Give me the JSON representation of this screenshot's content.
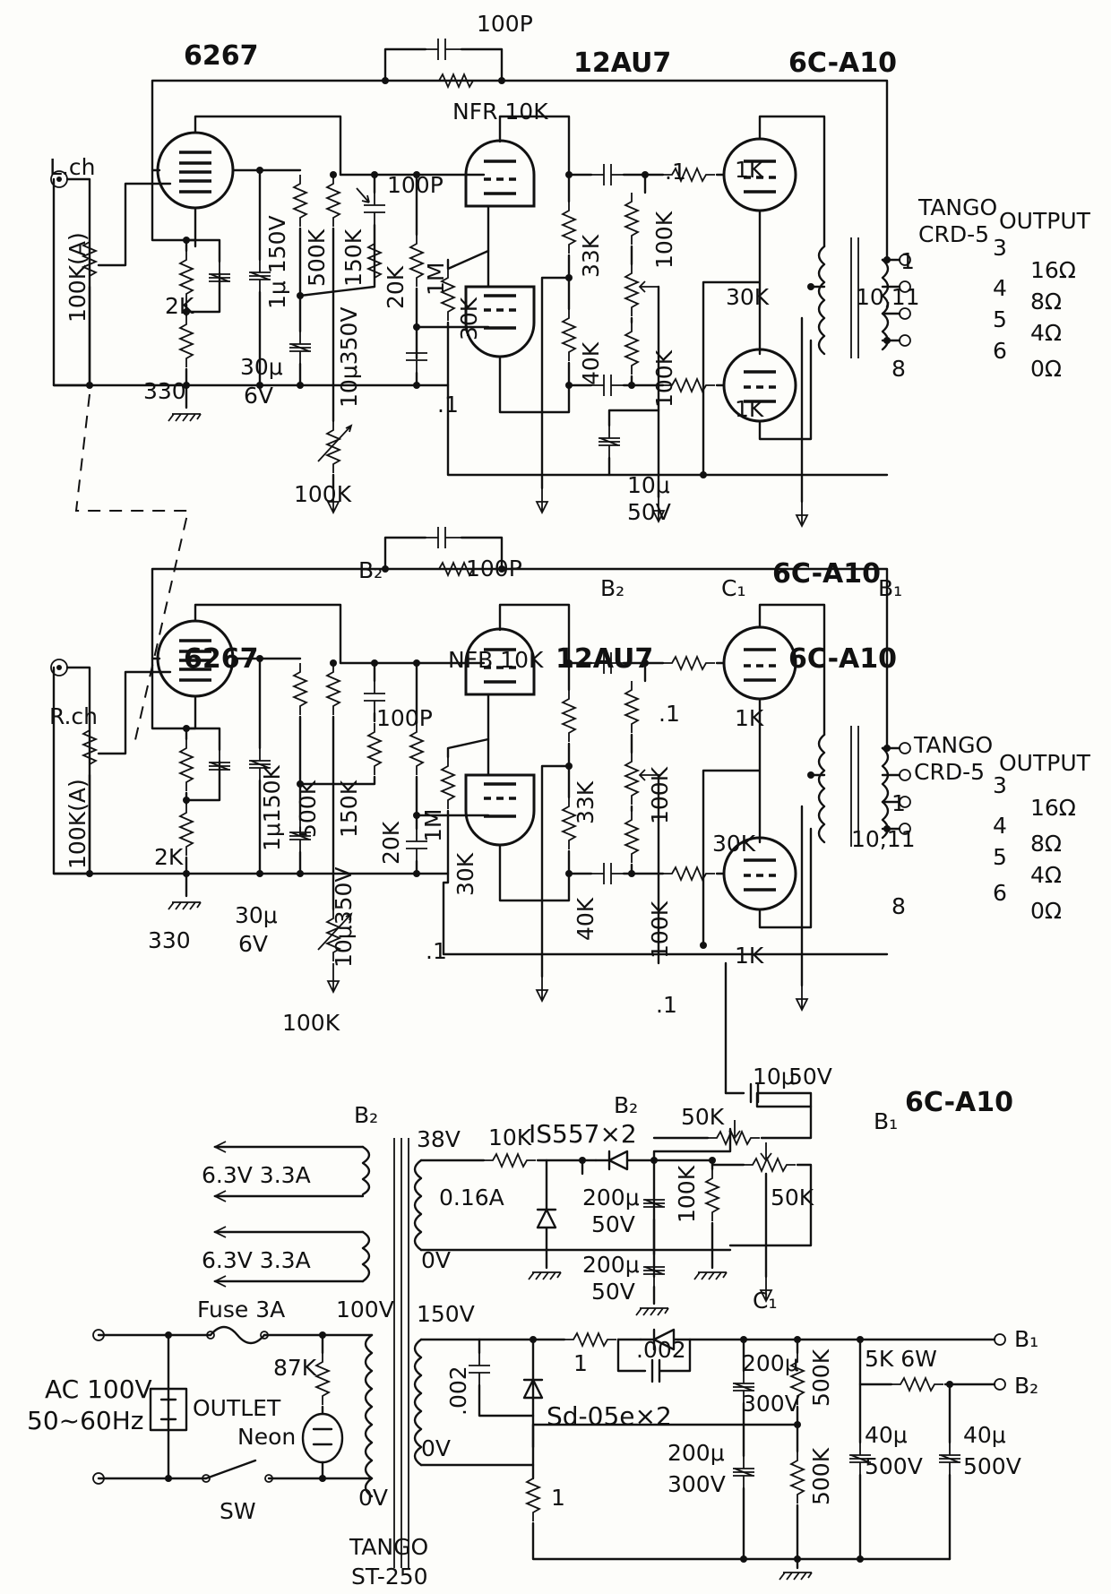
{
  "left_channel": {
    "input": "L.ch",
    "volume": "100K(A)",
    "tube1": "6267",
    "tube2": "12AU7",
    "tube3": "6C-A10",
    "tube4": "6C-A10",
    "nf_cap": "100P",
    "nf_res": "NFR 10K",
    "cap_100p": "100P",
    "r_2k": "2K",
    "r_330": "330",
    "c_30u": "30μ",
    "c_6v": "6V",
    "c_1u": "1μ 150V",
    "r_500k": "500K",
    "r_150k": "150K",
    "c_10u": "10μ350V",
    "r_20k": "20K",
    "r_1m": "1M",
    "r_30k": "30K",
    "c_01": ".1",
    "r_33k": "33K",
    "r_40k": "40K",
    "r_100k_a": "100K",
    "r_100k_b": "100K",
    "pot_30k": "30K",
    "r_1k_a": "1K",
    "r_1k_b": "1K",
    "c_01_a": ".1",
    "c_10u_50": "10μ",
    "c_50v": "50V",
    "pot_100k": "100K",
    "b2_a": "B₂",
    "b2_b": "B₂",
    "c1": "C₁",
    "b1": "B₁",
    "transformer": "TANGO",
    "transformer_model": "CRD-5",
    "output": "OUTPUT",
    "taps": [
      "3",
      "4",
      "5",
      "6",
      "1",
      "10,11",
      "8"
    ],
    "ohms": [
      "16Ω",
      "8Ω",
      "4Ω",
      "0Ω"
    ]
  },
  "right_channel": {
    "input": "R.ch",
    "volume": "100K(A)",
    "tube1": "6267",
    "tube2": "12AU7",
    "tube3": "6C-A10",
    "tube4": "6C-A10",
    "nf_cap": "100P",
    "nf_res": "NFB 10K",
    "cap_100p": "100P",
    "r_2k": "2K",
    "r_330": "330",
    "c_30u": "30μ",
    "c_6v": "6V",
    "c_1u": "1μ150K",
    "r_500k": "500K",
    "r_150k": "150K",
    "c_10u": "10μ350V",
    "r_20k": "20K",
    "r_1m": "1M",
    "r_30k": "30K",
    "c_01": ".1",
    "r_33k": "33K",
    "r_40k": "40K",
    "r_100k_a": "100K",
    "r_100k_b": "100K",
    "pot_30k": "30K",
    "r_1k_a": "1K",
    "r_1k_b": "1K",
    "c_01_a": ".1",
    "c_01_b": ".1",
    "pot_100k": "100K",
    "b2_a": "B₂",
    "b2_b": "B₂",
    "b1": "B₁",
    "transformer": "TANGO",
    "transformer_model": "CRD-5",
    "output": "OUTPUT",
    "taps": [
      "3",
      "4",
      "5",
      "6",
      "1",
      "10,11",
      "8"
    ],
    "ohms": [
      "16Ω",
      "8Ω",
      "4Ω",
      "0Ω"
    ]
  },
  "power_supply": {
    "heater1": "6.3V 3.3A",
    "heater2": "6.3V 3.3A",
    "bias_winding": "38V",
    "bias_current": "0.16A",
    "bias_zero": "0V",
    "r_10k": "10K",
    "diodes": "IS557×2",
    "c_10u": "10μ",
    "c_50v": "50V",
    "pot_50k_a": "50K",
    "pot_50k_b": "50K",
    "c_200u_a": "200μ",
    "c_50v_a": "50V",
    "c_200u_b": "200μ",
    "c_50v_b": "50V",
    "r_100k": "100K",
    "c1": "C₁",
    "fuse": "Fuse 3A",
    "primary": "100V",
    "r_87k": "87K",
    "ac_in": "AC 100V",
    "ac_freq": "50~60Hz",
    "outlet": "OUTLET",
    "neon": "Neon",
    "sw": "SW",
    "primary_zero": "0V",
    "transformer": "TANGO",
    "transformer_model": "ST-250",
    "hv_winding": "150V",
    "hv_zero": "0V",
    "c_002_a": ".002",
    "c_002_b": ".002",
    "r_1a": "1",
    "r_1b": "1",
    "rectifiers": "Sd-05e×2",
    "c_200u_c": "200μ",
    "c_300v_c": "300V",
    "c_200u_d": "200μ",
    "c_300v_d": "300V",
    "r_500k_a": "500K",
    "r_500k_b": "500K",
    "r_5k": "5K 6W",
    "c_40u_a": "40μ",
    "c_500v_a": "500V",
    "c_40u_b": "40μ",
    "c_500v_b": "500V",
    "b1": "B₁",
    "b2": "B₂"
  }
}
